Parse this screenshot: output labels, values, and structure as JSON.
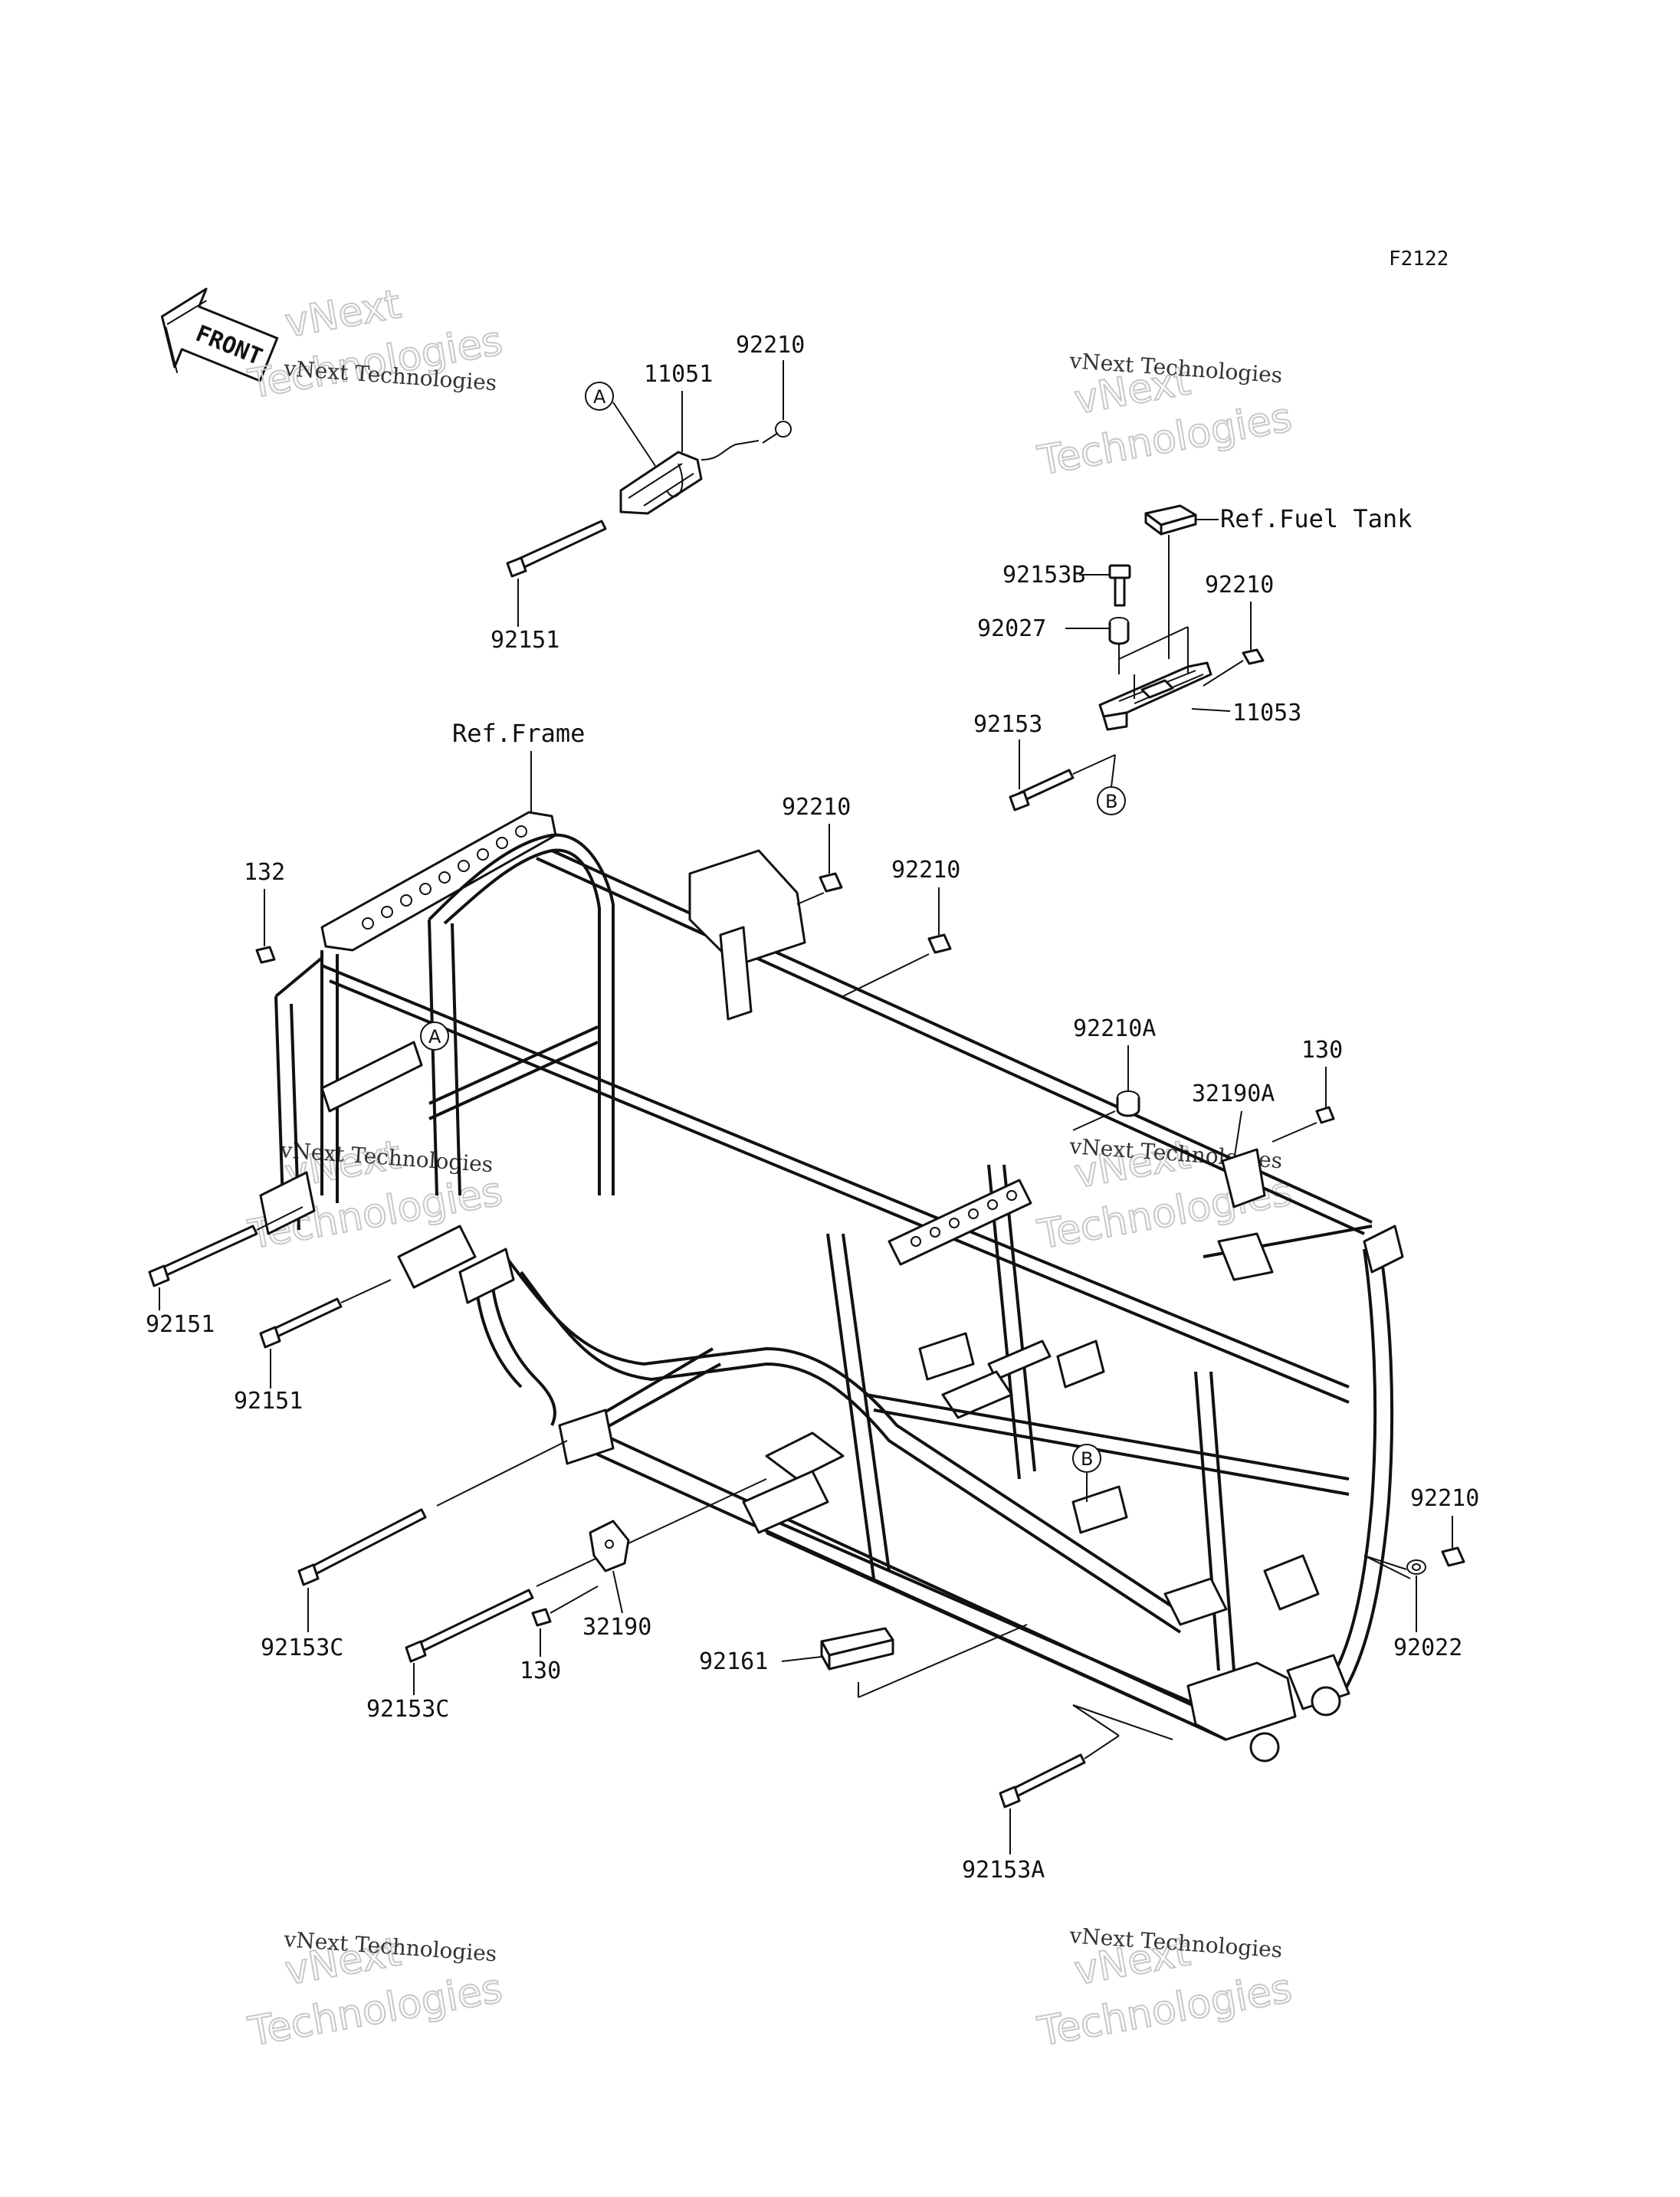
{
  "figure_code": "F2122",
  "front_label": "FRONT",
  "watermark": {
    "line1": "vNext Technologies",
    "line2": "vNext",
    "line3": "Technologies"
  },
  "refs": {
    "fuel_tank": "Ref.Fuel Tank",
    "frame": "Ref.Frame"
  },
  "callouts": {
    "a": "A",
    "b": "B"
  },
  "parts": {
    "p11051": "11051",
    "p92210_top": "92210",
    "p92151_top": "92151",
    "p92153B": "92153B",
    "p92027": "92027",
    "p92210_right": "92210",
    "p11053": "11053",
    "p92153": "92153",
    "p92210_mid1": "92210",
    "p92210_mid2": "92210",
    "p132": "132",
    "p92210A": "92210A",
    "p130_right": "130",
    "p32190A": "32190A",
    "p92151_left1": "92151",
    "p92151_left2": "92151",
    "p92210_lower": "92210",
    "p92022": "92022",
    "p92153C_1": "92153C",
    "p92153C_2": "92153C",
    "p130_bottom": "130",
    "p32190": "32190",
    "p92161": "92161",
    "p92153A": "92153A"
  }
}
